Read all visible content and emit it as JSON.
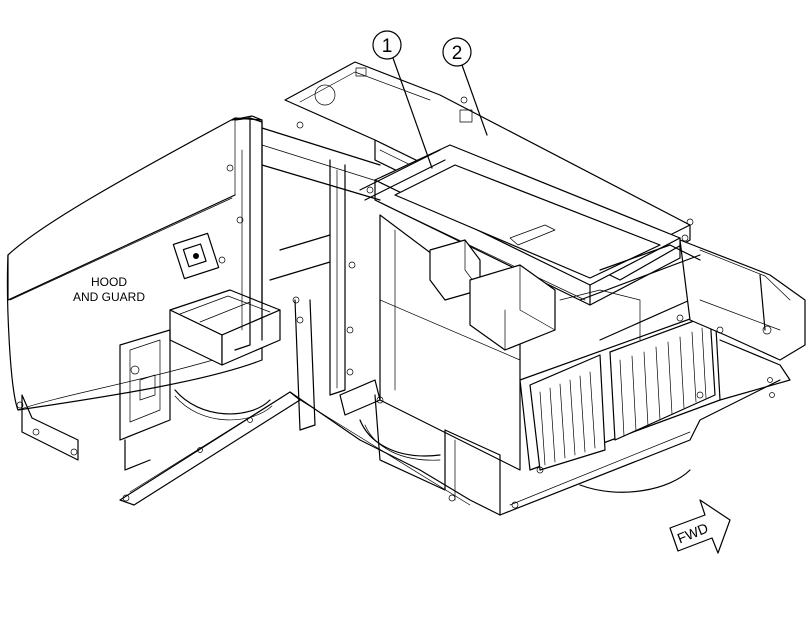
{
  "labels": {
    "hood_line1": "HOOD",
    "hood_line2": "AND GUARD",
    "forward": "FWD"
  },
  "callouts": [
    {
      "number": "1"
    },
    {
      "number": "2"
    }
  ],
  "colors": {
    "line": "#000000",
    "background": "#ffffff"
  }
}
